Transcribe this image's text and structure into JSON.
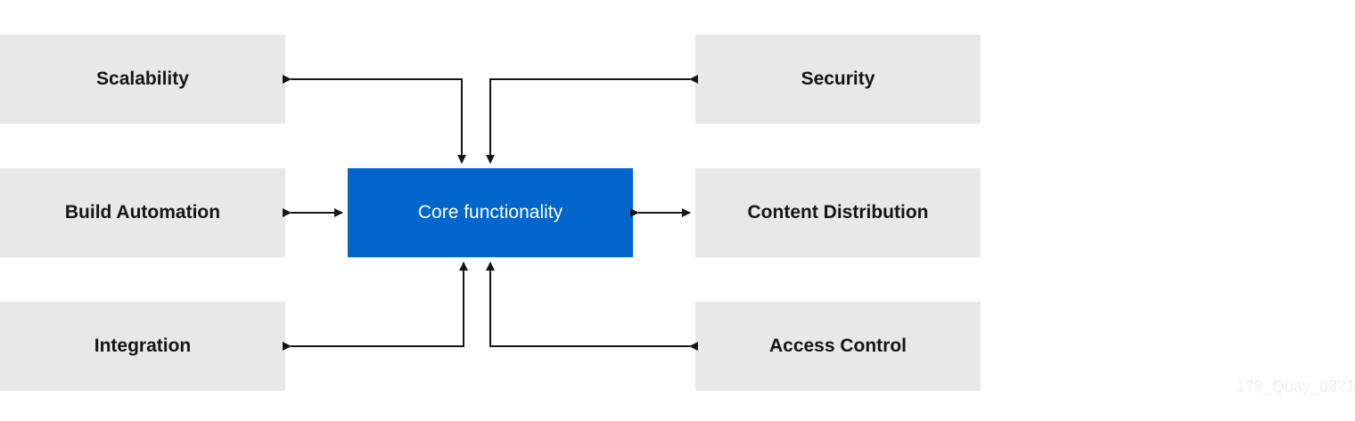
{
  "diagram": {
    "core": {
      "label": "Core functionality"
    },
    "left": [
      {
        "label": "Scalability"
      },
      {
        "label": "Build Automation"
      },
      {
        "label": "Integration"
      }
    ],
    "right": [
      {
        "label": "Security"
      },
      {
        "label": "Content Distribution"
      },
      {
        "label": "Access Control"
      }
    ],
    "watermark": "178_Quay_0821",
    "colors": {
      "core_fill": "#0066cc",
      "side_fill": "#e8e8e8",
      "text": "#151515",
      "arrow": "#151515"
    }
  }
}
